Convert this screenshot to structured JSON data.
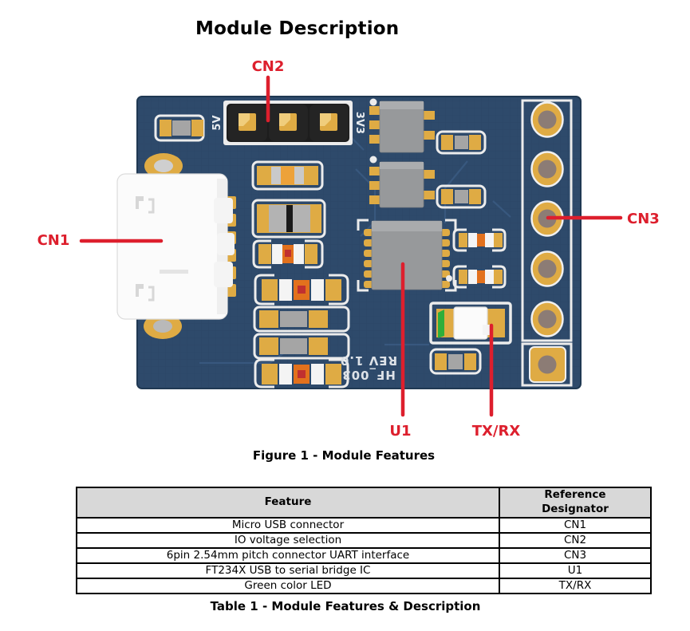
{
  "title": "Module Description",
  "figure": {
    "caption": "Figure 1 - Module Features",
    "labels": {
      "cn1": "CN1",
      "cn2": "CN2",
      "cn3": "CN3",
      "u1": "U1",
      "txrx": "TX/RX"
    },
    "silkscreen": {
      "v5": "5V",
      "v33": "3V3",
      "part_number": "HF_003",
      "revision": "REV 1.0"
    }
  },
  "table": {
    "caption": "Table 1 - Module Features & Description",
    "headers": {
      "feature": "Feature",
      "ref": "Reference Designator"
    },
    "rows": [
      {
        "feature": "Micro USB connector",
        "ref": "CN1"
      },
      {
        "feature": "IO voltage selection",
        "ref": "CN2"
      },
      {
        "feature": "6pin 2.54mm pitch connector UART interface",
        "ref": "CN3"
      },
      {
        "feature": "FT234X USB to serial bridge IC",
        "ref": "U1"
      },
      {
        "feature": "Green color LED",
        "ref": "TX/RX"
      }
    ]
  },
  "colors": {
    "board-navy": "#2e4a6b",
    "pad-gold": "#dfab44",
    "label-red": "#dd1f2d",
    "led-green": "#2fae3a",
    "header-gray": "#d8d8d8",
    "header-black": "#1d1d1d",
    "ic-gray": "#97999b",
    "orange": "#e2711d"
  }
}
